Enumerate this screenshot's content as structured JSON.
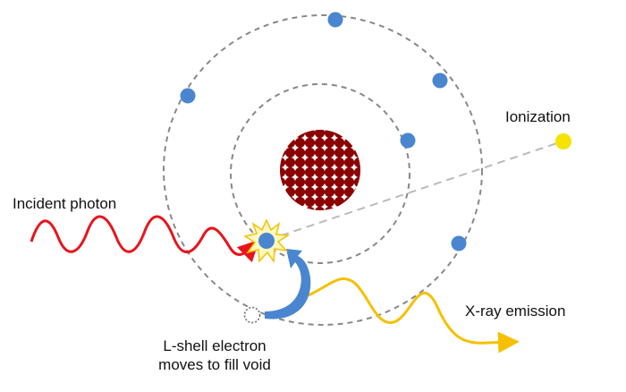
{
  "labels": {
    "incident": "Incident photon",
    "ionization": "Ionization",
    "xray": "X-ray emission",
    "lshell_line1": "L-shell electron",
    "lshell_line2": "moves to fill void"
  },
  "colors": {
    "electron": "#4a86d0",
    "nucleus": "#8b0000",
    "photon": "#e8131b",
    "xray": "#f5c000",
    "ionized": "#f5e400",
    "orbit": "#888888",
    "arrow": "#4a86d0"
  }
}
